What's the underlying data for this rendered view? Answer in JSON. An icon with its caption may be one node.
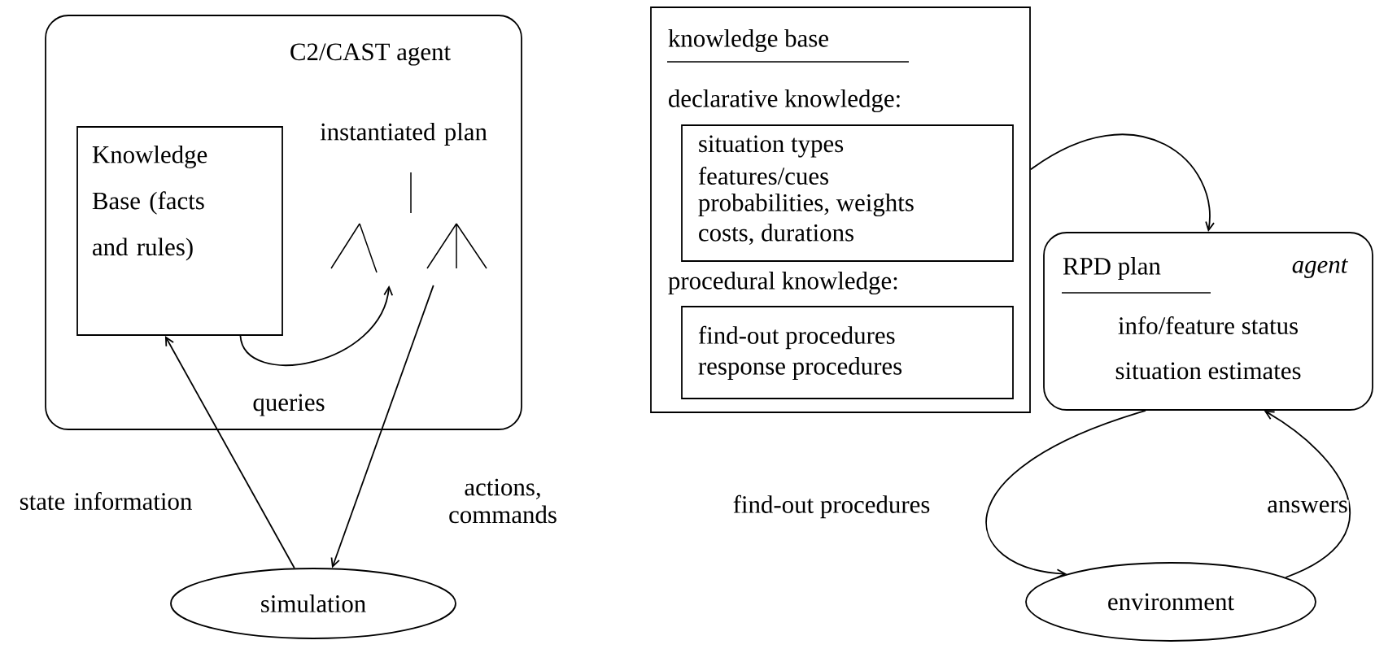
{
  "diagram": {
    "nodes": [
      {
        "text": [
          "C2/CAST agent"
        ]
      },
      {
        "text": [
          "Knowledge Base (facts and rules)"
        ],
        "in": 0
      },
      {
        "text": [
          "instantiated plan"
        ],
        "in": 0
      },
      {
        "text": [
          "simulation"
        ]
      },
      {
        "text": [
          "knowledge base",
          "declarative knowledge:",
          "procedural knowledge:"
        ]
      },
      {
        "text": [
          "situation types",
          "features/cues",
          "probabilities, weights",
          "costs, durations"
        ],
        "in": 4
      },
      {
        "text": [
          "find-out procedures",
          "response procedures"
        ],
        "in": 4
      },
      {
        "text": [
          "RPD plan",
          "agent",
          "info/feature status",
          "situation estimates"
        ]
      },
      {
        "text": [
          "environment"
        ]
      }
    ],
    "edges": [
      {
        "from": 1,
        "to": 2,
        "arrow": "to",
        "label": "queries"
      },
      {
        "from": 3,
        "to": 1,
        "arrow": "to",
        "label": "state information"
      },
      {
        "from": 2,
        "to": 3,
        "arrow": "to",
        "label": "actions, commands"
      },
      {
        "from": 4,
        "to": 7,
        "arrow": "to"
      },
      {
        "from": 7,
        "to": 8,
        "arrow": "to",
        "label": "find-out procedures"
      },
      {
        "from": 8,
        "to": 7,
        "arrow": "to",
        "label": "answers"
      }
    ]
  }
}
